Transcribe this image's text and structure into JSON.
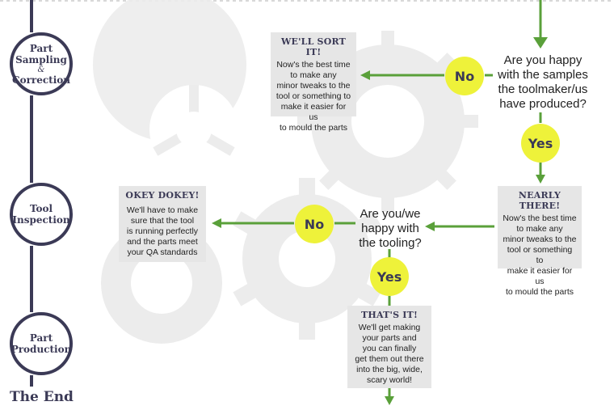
{
  "colors": {
    "navy": "#3b3a56",
    "green": "#5aa03a",
    "yellow": "#eef23a",
    "box": "#e6e6e6",
    "gear": "#ececec"
  },
  "stages": [
    {
      "line1": "Part",
      "line2": "Sampling",
      "amp": "&",
      "line3": "Correction"
    },
    {
      "line1": "Tool",
      "line2": "Inspection"
    },
    {
      "line1": "Part",
      "line2": "Production"
    }
  ],
  "the_end": "The End",
  "q1": {
    "l1": "Are you happy",
    "l2": "with the samples",
    "l3": "the toolmaker/us",
    "l4": "have produced?"
  },
  "q2": {
    "l1": "Are you/we",
    "l2": "happy with",
    "l3": "the tooling?"
  },
  "badges": {
    "no": "No",
    "yes": "Yes"
  },
  "box_sort": {
    "title": "WE'LL SORT IT!",
    "lines": [
      "Now's the best time",
      "to make any",
      "minor tweaks to the",
      "tool or something to",
      "make it easier for us",
      "to mould the parts"
    ]
  },
  "box_nearly": {
    "title": "NEARLY THERE!",
    "lines": [
      "Now's the best time",
      "to make any",
      "minor tweaks to the",
      "tool or something to",
      "make it easier for us",
      "to mould the parts"
    ]
  },
  "box_okey": {
    "title": "OKEY DOKEY!",
    "lines": [
      "We'll have to make",
      "sure that the tool",
      "is running perfectly",
      "and the parts meet",
      "your QA standards"
    ]
  },
  "box_thats": {
    "title": "THAT'S IT!",
    "lines": [
      "We'll get making",
      "your parts and",
      "you can finally",
      "get them out there",
      "into the big, wide,",
      "scary world!"
    ]
  }
}
